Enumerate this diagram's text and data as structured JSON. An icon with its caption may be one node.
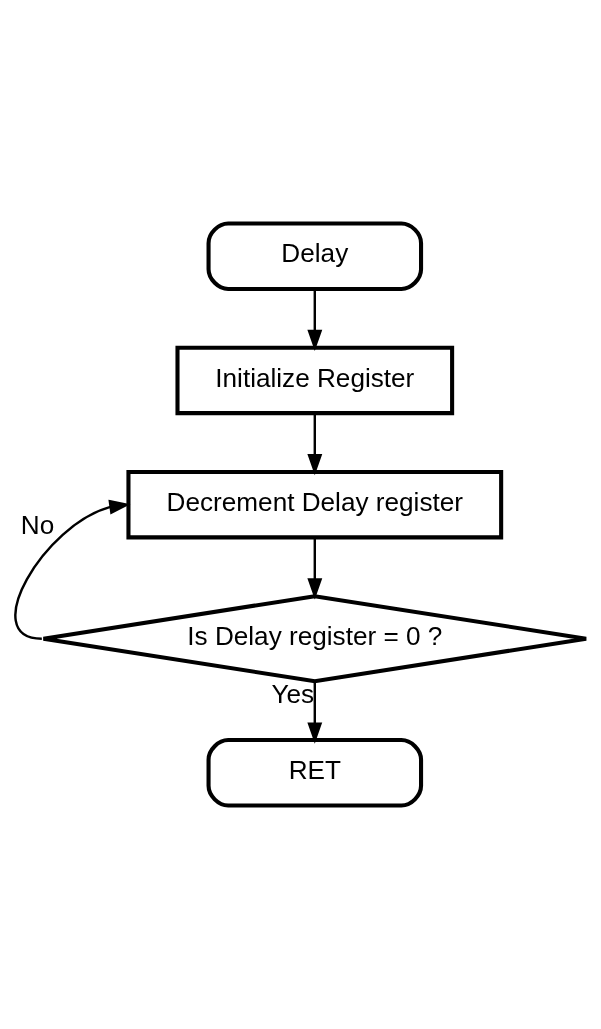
{
  "diagram": {
    "nodes": [
      {
        "text": [
          "Delay"
        ]
      },
      {
        "text": [
          "Initialize Register"
        ]
      },
      {
        "text": [
          "Decrement Delay register"
        ]
      },
      {
        "text": [
          "Is Delay register = 0 ?"
        ]
      },
      {
        "text": [
          "RET"
        ]
      }
    ],
    "edges": [
      {
        "from": 0,
        "to": 1,
        "arrow": "to"
      },
      {
        "from": 1,
        "to": 2,
        "arrow": "to"
      },
      {
        "from": 2,
        "to": 3,
        "arrow": "to"
      },
      {
        "from": 3,
        "to": 2,
        "arrow": "to",
        "label": "No"
      },
      {
        "from": 3,
        "to": 4,
        "arrow": "to",
        "label": "Yes"
      }
    ]
  }
}
